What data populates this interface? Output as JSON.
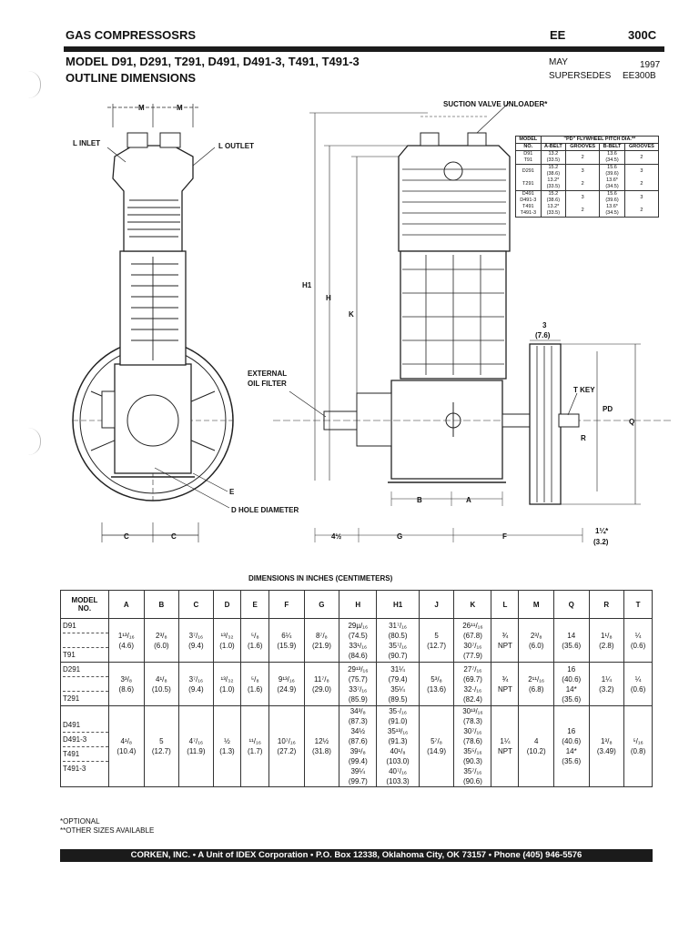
{
  "header": {
    "title": "GAS COMPRESSOSRS",
    "code_section": "EE",
    "code_number": "300C",
    "model_line": "MODEL D91, D291, T291, D491, D491-3, T491, T491-3",
    "outline": "OUTLINE DIMENSIONS",
    "month": "MAY",
    "year": "1997",
    "supersedes_label": "SUPERSEDES",
    "supersedes_code": "EE300B"
  },
  "drawing_labels": {
    "suction_valve": "SUCTION VALVE UNLOADER*",
    "l_inlet": "L INLET",
    "l_outlet": "L OUTLET",
    "m1": "M",
    "m2": "M",
    "h1": "H1",
    "h": "H",
    "k": "K",
    "ext_filter_1": "EXTERNAL",
    "ext_filter_2": "OIL FILTER",
    "e": "E",
    "d_hole": "D HOLE DIAMETER",
    "c1": "C",
    "c2": "C",
    "b": "B",
    "a": "A",
    "g": "G",
    "f": "F",
    "four_half": "4½",
    "three": "3",
    "three_cm": "(7.6)",
    "t_key": "T KEY",
    "pd": "PD",
    "q": "Q",
    "r": "R",
    "one_q": "1¼*",
    "one_q_cm": "(3.2)"
  },
  "flywheel_table": {
    "header_model": "MODEL",
    "header_no": "NO.",
    "header_pd": "\"PD\" FLYWHEEL PITCH DIA.**",
    "header_abelt": "A-BELT",
    "header_grooves1": "GROOVES",
    "header_bbelt": "B-BELT",
    "header_grooves2": "GROOVES",
    "rows": [
      {
        "model": "D91\nT91",
        "a": "13.2\n(33.5)",
        "ag": "2",
        "b": "13.6\n(34.5)",
        "bg": "2"
      },
      {
        "model": "D291\n\nT291",
        "a": "15.2\n(38.6)\n13.2*\n(33.5)",
        "ag": "3\n\n2",
        "b": "15.6\n(39.6)\n13.6*\n(34.5)",
        "bg": "3\n\n2"
      },
      {
        "model": "D491\nD491-3\nT491\nT491-3",
        "a": "15.2\n(38.6)\n13.2*\n(33.5)",
        "ag": "3\n\n2",
        "b": "15.6\n(39.6)\n13.6*\n(34.5)",
        "bg": "3\n\n2"
      }
    ]
  },
  "dimensions_caption": "DIMENSIONS IN INCHES (CENTIMETERS)",
  "dimensions_table": {
    "headers": [
      "MODEL\nNO.",
      "A",
      "B",
      "C",
      "D",
      "E",
      "F",
      "G",
      "H",
      "H1",
      "J",
      "K",
      "L",
      "M",
      "Q",
      "R",
      "T"
    ],
    "groups": [
      {
        "models": [
          "D91",
          "",
          "T91"
        ],
        "A": "1¹³/₁₆\n(4.6)",
        "B": "2³/₈\n(6.0)",
        "C": "3⁷/₁₆\n(9.4)",
        "D": "¹³/₃₂\n(1.0)",
        "E": "⁵/₈\n(1.6)",
        "F": "6¼\n(15.9)",
        "G": "8⁷/₈\n(21.9)",
        "H": "29µ/₁₆\n(74.5)\n33¹/₁₆\n(84.6)",
        "H1": "31⁷/₁₆\n(80.5)\n35⁷/₁₆\n(90.7)",
        "J": "5\n(12.7)",
        "K": "26¹¹/₁₆\n(67.8)\n30⁷/₁₆\n(77.9)",
        "L": "¾\nNPT",
        "M": "2³/₈\n(6.0)",
        "Q": "14\n(35.6)",
        "R": "1¹/₈\n(2.8)",
        "T": "¼\n(0.6)"
      },
      {
        "models": [
          "D291",
          "",
          "T291"
        ],
        "A": "3³/₈\n(8.6)",
        "B": "4¹/₈\n(10.5)",
        "C": "3⁷/₁₆\n(9.4)",
        "D": "¹³/₃₂\n(1.0)",
        "E": "⁵/₈\n(1.6)",
        "F": "9¹³/₁₆\n(24.9)",
        "G": "11⁷/₈\n(29.0)",
        "H": "29¹³/₁₆\n(75.7)\n33⁷/₁₆\n(85.9)",
        "H1": "31¼\n(79.4)\n35¼\n(89.5)",
        "J": "5³/₈\n(13.6)",
        "K": "27⁷/₁₆\n(69.7)\n32·/₁₆\n(82.4)",
        "L": "¾\nNPT",
        "M": "2¹¹/₁₆\n(6.8)",
        "Q": "16\n(40.6)\n14*\n(35.6)",
        "R": "1¼\n(3.2)",
        "T": "¼\n(0.6)"
      },
      {
        "models": [
          "D491",
          "D491-3",
          "T491",
          "T491-3"
        ],
        "A": "4¹/₈\n(10.4)",
        "B": "5\n(12.7)",
        "C": "4⁷/₁₆\n(11.9)",
        "D": "½\n(1.3)",
        "E": "¹¹/₁₆\n(1.7)",
        "F": "10⁷/₁₆\n(27.2)",
        "G": "12½\n(31.8)",
        "H": "34³/₈\n(87.3)\n34½\n(87.6)\n39¹/₈\n(99.4)\n39¼\n(99.7)",
        "H1": "35·/₁₆\n(91.0)\n35¹³/₁₆\n(91.3)\n40¹/₈\n(103.0)\n40⁷/₁₆\n(103.3)",
        "J": "5⁷/₈\n(14.9)",
        "K": "30¹³/₁₆\n(78.3)\n30⁷/₁₆\n(78.6)\n35⁵/₁₆\n(90.3)\n35⁷/₁₆\n(90.6)",
        "L": "1¼\nNPT",
        "M": "4\n(10.2)",
        "Q": "16\n(40.6)\n14*\n(35.6)",
        "R": "1³/₈\n(3.49)",
        "T": "⁵/₁₆\n(0.8)"
      }
    ]
  },
  "notes": {
    "optional": "*OPTIONAL",
    "other_sizes": "**OTHER SIZES AVAILABLE"
  },
  "footer": "CORKEN, INC. • A Unit of IDEX Corporation • P.O. Box 12338, Oklahoma City, OK 73157 • Phone (405) 946-5576"
}
